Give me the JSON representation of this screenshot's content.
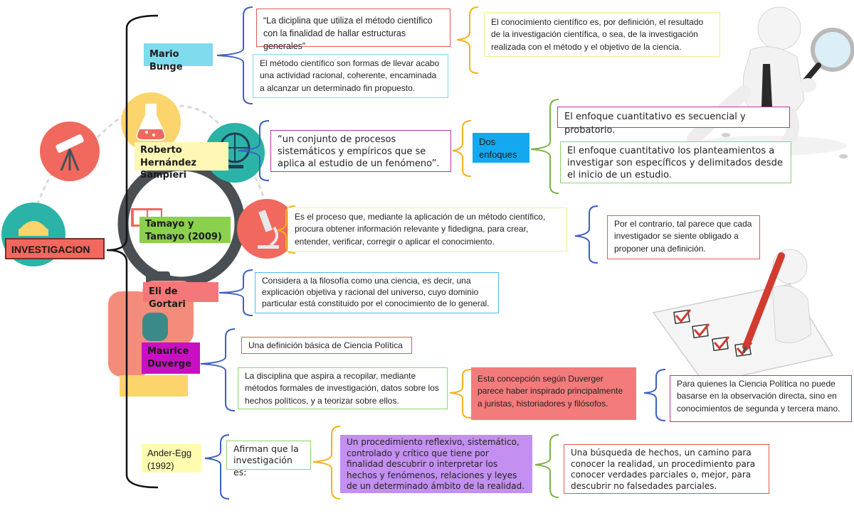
{
  "root": {
    "label": "INVESTIGACION"
  },
  "authors": [
    {
      "id": "bunge",
      "label": "Mario Bunge"
    },
    {
      "id": "hernandez",
      "label": "Roberto Hernández Sampieri"
    },
    {
      "id": "tamayo",
      "label": "Tamayo y Tamayo (2009)"
    },
    {
      "id": "gortari",
      "label": "Eli de Gortari"
    },
    {
      "id": "duverger",
      "label": "Maurice Duverge"
    },
    {
      "id": "anderegg",
      "label": "Ander-Egg (1992)"
    }
  ],
  "definitions": {
    "bunge_1": "“La diciplina que utiliza el método científico con la finalidad de hallar estructuras generales”",
    "bunge_2": "El método científico son formas de llevar acabo una actividad racional, coherente, encaminada a alcanzar un determinado fin propuesto.",
    "bunge_3": "El conocimiento científico es, por definición, el resultado de la investigación científica, o sea, de la investigación realizada con el método y el objetivo de la ciencia.",
    "hernandez_1": "“un conjunto de procesos sistemáticos y empíricos que se aplica al estudio de un fenómeno”.",
    "hernandez_2": "Dos enfoques",
    "hernandez_3": "El enfoque cuantitativo es secuencial y probatorio.",
    "hernandez_4": "El enfoque cuantitativo los planteamientos a investigar son específicos y delimitados desde el inicio de un estudio.",
    "tamayo_1": "Es el proceso que, mediante la aplicación de un método científico, procura obtener información relevante y fidedigna, para crear, entender, verificar, corregir o aplicar el conocimiento.",
    "tamayo_2": "Por el contrario, tal parece que cada investigador se siente obligado a proponer una definición.",
    "gortari_1": "Considera a la filosofía como una ciencia, es decir, una explicación objetiva y racional del universo, cuyo dominio particular está constituido por el conocimiento de lo general.",
    "duverger_1": "Una definición básica de Ciencia Política",
    "duverger_2": "La disciplina que aspira a recopilar, mediante métodos formales de investigación, datos sobre los hechos políticos, y a teorizar sobre ellos.",
    "duverger_3": "Esta concepción según Duverger parece haber inspirado principalmente a juristas, historiadores y filósofos.",
    "duverger_4": "Para quienes la Ciencia Política no puede basarse en la observación directa, sino en conocimientos de segunda y tercera mano.",
    "anderegg_1": "Afirman que la investigación es:",
    "anderegg_2": "Un procedimiento reflexivo, sistemático, controlado y crítico que tiene por finalidad descubrir o interpretar los hechos y fenómenos, relaciones y leyes de un determinado ámbito de la realidad.",
    "anderegg_3": "Una búsqueda de hechos, un camino para conocer la realidad, un procedimiento para conocer verdades parciales o, mejor, para descubrir no falsedades parciales."
  },
  "colors": {
    "root": "#f1685e",
    "bunge": "#7fdbee",
    "hernandez": "#fff7b5",
    "tamayo": "#8bd04e",
    "gortari": "#f4777a",
    "duverger": "#c80fc3",
    "anderegg": "#fffcb0",
    "blue": "#3d5fc2",
    "orange": "#f5b21c",
    "green": "#7bb342",
    "cyan_border": "#7fdce8",
    "red_border": "#e05a4e",
    "yellow_border": "#f5ee8a",
    "magenta_border": "#bd2fa0",
    "green_border": "#8cd36a",
    "purple_fill": "#c38ff0",
    "salmon_fill": "#f47b7b"
  },
  "icons": [
    "flask-icon",
    "telescope-icon",
    "globe-icon",
    "microscope-icon",
    "ruler-icon",
    "book-icon",
    "magnifier-figure-icon",
    "checklist-figure-icon"
  ]
}
